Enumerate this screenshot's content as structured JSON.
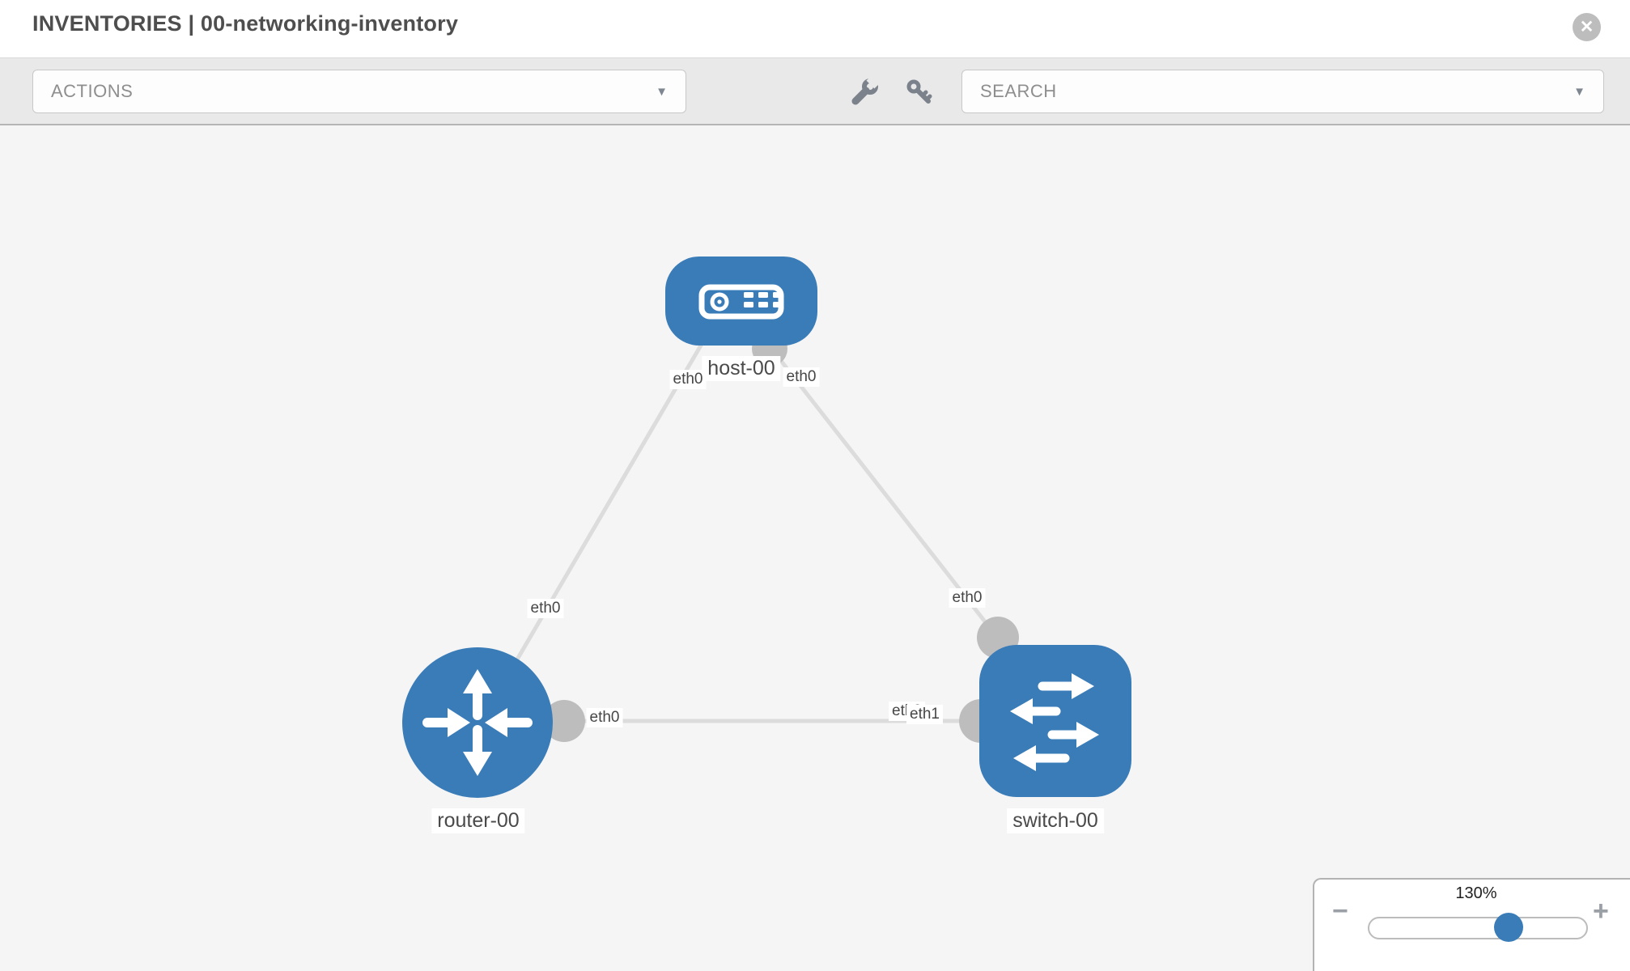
{
  "header": {
    "title": "INVENTORIES | 00-networking-inventory"
  },
  "toolbar": {
    "actions_label": "ACTIONS",
    "search_label": "SEARCH"
  },
  "icons": {
    "close": "✕",
    "caret_down": "▼",
    "minus": "−",
    "plus": "+"
  },
  "zoom_control": {
    "level": "130%"
  },
  "topology": {
    "nodes": [
      {
        "id": "host-00",
        "label": "host-00",
        "type": "host",
        "color": "#3a7cb8"
      },
      {
        "id": "router-00",
        "label": "router-00",
        "type": "router",
        "color": "#3a7cb8"
      },
      {
        "id": "switch-00",
        "label": "switch-00",
        "type": "switch",
        "color": "#3a7cb8"
      }
    ],
    "links": [
      {
        "from": "host-00",
        "to": "router-00",
        "from_if": "eth0",
        "to_if": "eth0"
      },
      {
        "from": "host-00",
        "to": "switch-00",
        "from_if": "eth0",
        "to_if": "eth0"
      },
      {
        "from": "router-00",
        "to": "switch-00",
        "from_if": "eth0",
        "to_if": "eth1"
      }
    ],
    "colors": {
      "node_blue": "#3a7cb8",
      "link_gray": "#dcdcdc",
      "port_gray": "#bdbdbd",
      "canvas_bg": "#f5f5f5"
    }
  }
}
